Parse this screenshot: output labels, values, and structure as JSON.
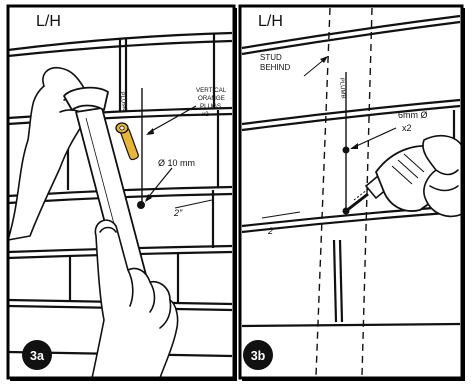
{
  "panel_a": {
    "side_label": "L/H",
    "plumb_label": "PLUMB",
    "plugs_note_line1": "VERTICAL",
    "plugs_note_line2": "ORANGE",
    "plugs_note_line3": "PLUGS",
    "plugs_note_line4": "x2",
    "drill_size": "Ø 10 mm",
    "depth_mark": "2\"",
    "step_badge": "3a"
  },
  "panel_b": {
    "side_label": "L/H",
    "stud_line1": "STUD",
    "stud_line2": "BEHIND",
    "plumb_label": "PLUMB",
    "drill_size_line1": "6mm Ø",
    "drill_size_line2": "x2",
    "depth_mark": "2\"",
    "step_badge": "3b"
  },
  "colors": {
    "plug": "#e8b53a",
    "ink": "#111111",
    "frame": "#000000"
  }
}
